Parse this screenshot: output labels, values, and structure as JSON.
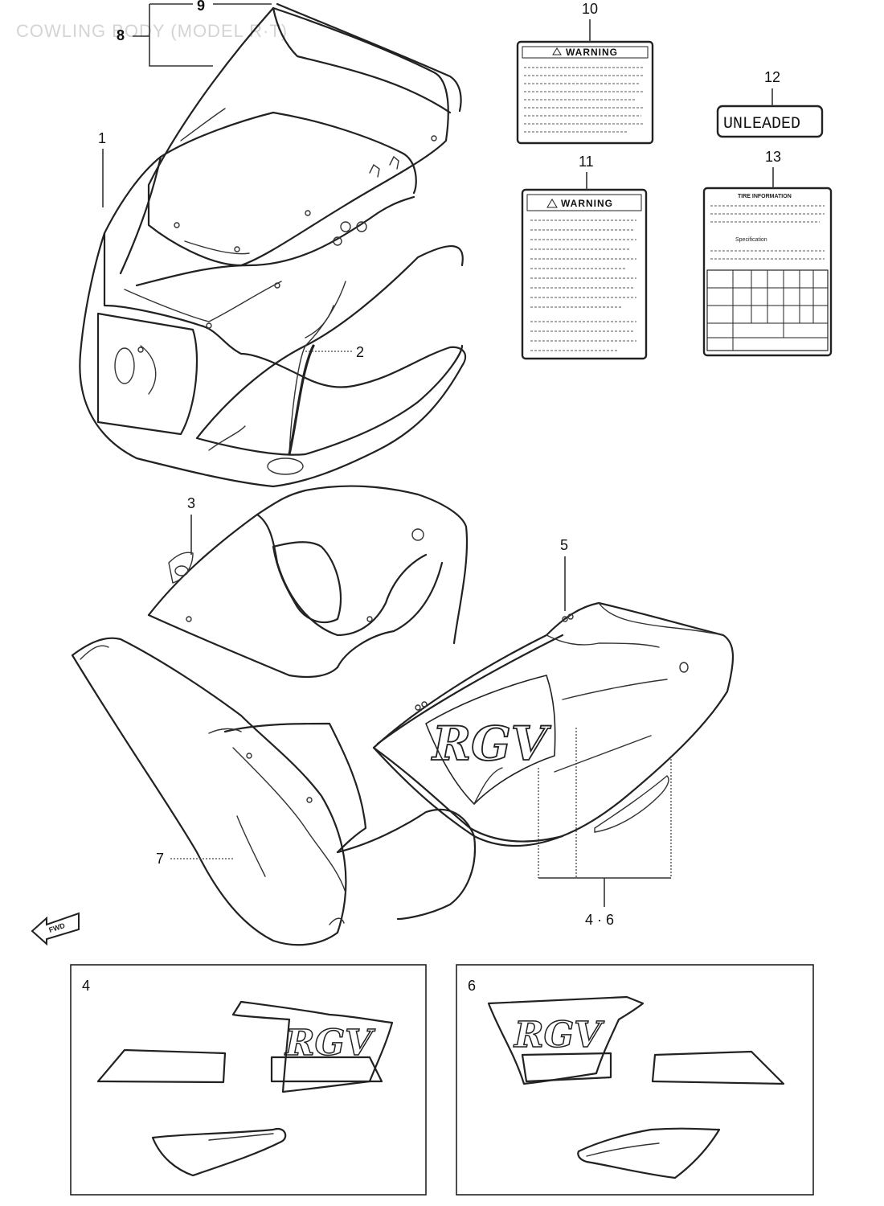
{
  "title": "COWLING BODY (MODEL R·T)",
  "callouts": {
    "c1": "1",
    "c2": "2",
    "c3": "3",
    "c5": "5",
    "c7": "7",
    "c8": "8",
    "c9": "9",
    "c10": "10",
    "c11": "11",
    "c12": "12",
    "c13": "13",
    "c46": "4 · 6"
  },
  "labels": {
    "warning_title": "WARNING",
    "unleaded": "UNLEADED",
    "tire_title": "TIRE INFORMATION",
    "tire_sub": "Specification"
  },
  "decal": {
    "logo_text": "RGV"
  },
  "inset_left": {
    "number": "4"
  },
  "inset_right": {
    "number": "6"
  },
  "arrow": {
    "label": "FWD"
  }
}
